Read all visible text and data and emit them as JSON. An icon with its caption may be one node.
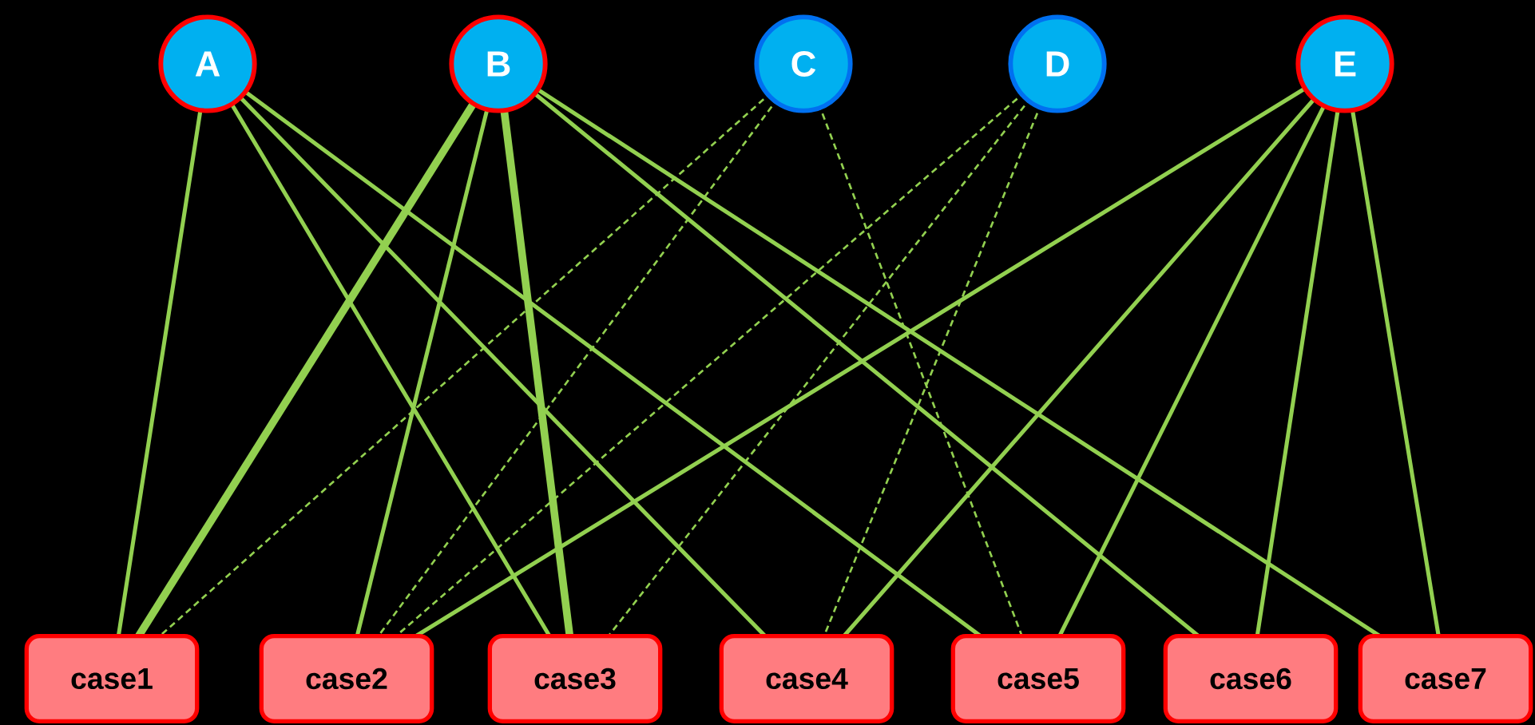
{
  "diagram": {
    "nodes": [
      {
        "text": [
          "A"
        ]
      },
      {
        "text": [
          "B"
        ]
      },
      {
        "text": [
          "C"
        ]
      },
      {
        "text": [
          "D"
        ]
      },
      {
        "text": [
          "E"
        ]
      },
      {
        "text": [
          "case1"
        ]
      },
      {
        "text": [
          "case2"
        ]
      },
      {
        "text": [
          "case3"
        ]
      },
      {
        "text": [
          "case4"
        ]
      },
      {
        "text": [
          "case5"
        ]
      },
      {
        "text": [
          "case6"
        ]
      },
      {
        "text": [
          "case7"
        ]
      }
    ],
    "edges": [
      {
        "from": 0,
        "to": 5,
        "arrow": "none"
      },
      {
        "from": 0,
        "to": 7,
        "arrow": "none"
      },
      {
        "from": 0,
        "to": 8,
        "arrow": "none"
      },
      {
        "from": 0,
        "to": 9,
        "arrow": "none"
      },
      {
        "from": 1,
        "to": 5,
        "arrow": "none",
        "style": "thick"
      },
      {
        "from": 1,
        "to": 6,
        "arrow": "none"
      },
      {
        "from": 1,
        "to": 7,
        "arrow": "none",
        "style": "thick"
      },
      {
        "from": 1,
        "to": 10,
        "arrow": "none"
      },
      {
        "from": 1,
        "to": 11,
        "arrow": "none"
      },
      {
        "from": 2,
        "to": 5,
        "arrow": "none",
        "style": "dashed"
      },
      {
        "from": 2,
        "to": 6,
        "arrow": "none",
        "style": "dashed"
      },
      {
        "from": 2,
        "to": 9,
        "arrow": "none",
        "style": "dashed"
      },
      {
        "from": 3,
        "to": 6,
        "arrow": "none",
        "style": "dashed"
      },
      {
        "from": 3,
        "to": 7,
        "arrow": "none",
        "style": "dashed"
      },
      {
        "from": 3,
        "to": 8,
        "arrow": "none",
        "style": "dashed"
      },
      {
        "from": 4,
        "to": 6,
        "arrow": "none"
      },
      {
        "from": 4,
        "to": 8,
        "arrow": "none"
      },
      {
        "from": 4,
        "to": 9,
        "arrow": "none"
      },
      {
        "from": 4,
        "to": 10,
        "arrow": "none"
      },
      {
        "from": 4,
        "to": 11,
        "arrow": "none"
      }
    ]
  }
}
